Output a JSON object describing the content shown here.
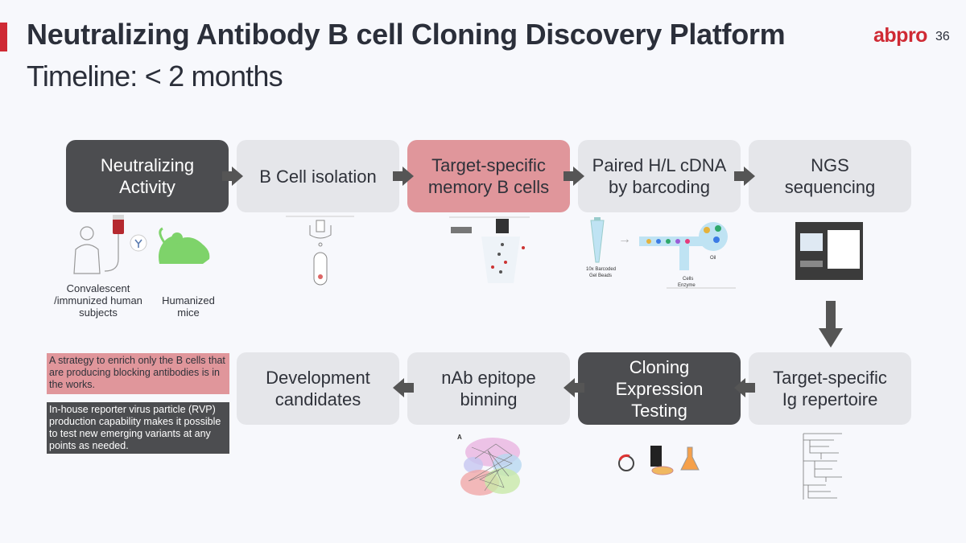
{
  "header": {
    "title": "Neutralizing Antibody B cell Cloning Discovery Platform",
    "subtitle": "Timeline: < 2 months",
    "logo": "abpro",
    "page_number": "36",
    "accent_color": "#cf2a34"
  },
  "top_row": [
    {
      "label": "Neutralizing\nActivity",
      "style": "dark"
    },
    {
      "label": "B Cell isolation",
      "style": "light"
    },
    {
      "label": "Target-specific\nmemory B cells",
      "style": "pink"
    },
    {
      "label": "Paired H/L cDNA\nby barcoding",
      "style": "light"
    },
    {
      "label": "NGS\nsequencing",
      "style": "light"
    }
  ],
  "bottom_row": [
    {
      "label": "Development\ncandidates",
      "style": "light"
    },
    {
      "label": "nAb epitope\nbinning",
      "style": "light"
    },
    {
      "label": "Cloning\nExpression\nTesting",
      "style": "dark"
    },
    {
      "label": "Target-specific\nIg repertoire",
      "style": "light"
    }
  ],
  "captions": {
    "human": "Convalescent\n/immunized human\nsubjects",
    "mice": "Humanized mice"
  },
  "diagram_labels": {
    "beads": "10x Barcoded\nGel Beads",
    "oil": "Oil",
    "cells": "Cells\nEnzyme",
    "binning_panel": "A"
  },
  "notes": {
    "pink": "A strategy to enrich only the B cells that are producing blocking antibodies is in the works.",
    "dark": "In-house reporter virus particle (RVP) production capability makes it possible to test new emerging variants at any points as needed."
  },
  "colors": {
    "dark_box": "#4c4d50",
    "light_box": "#e5e6ea",
    "pink_box": "#e0969b",
    "arrow": "#555555"
  }
}
